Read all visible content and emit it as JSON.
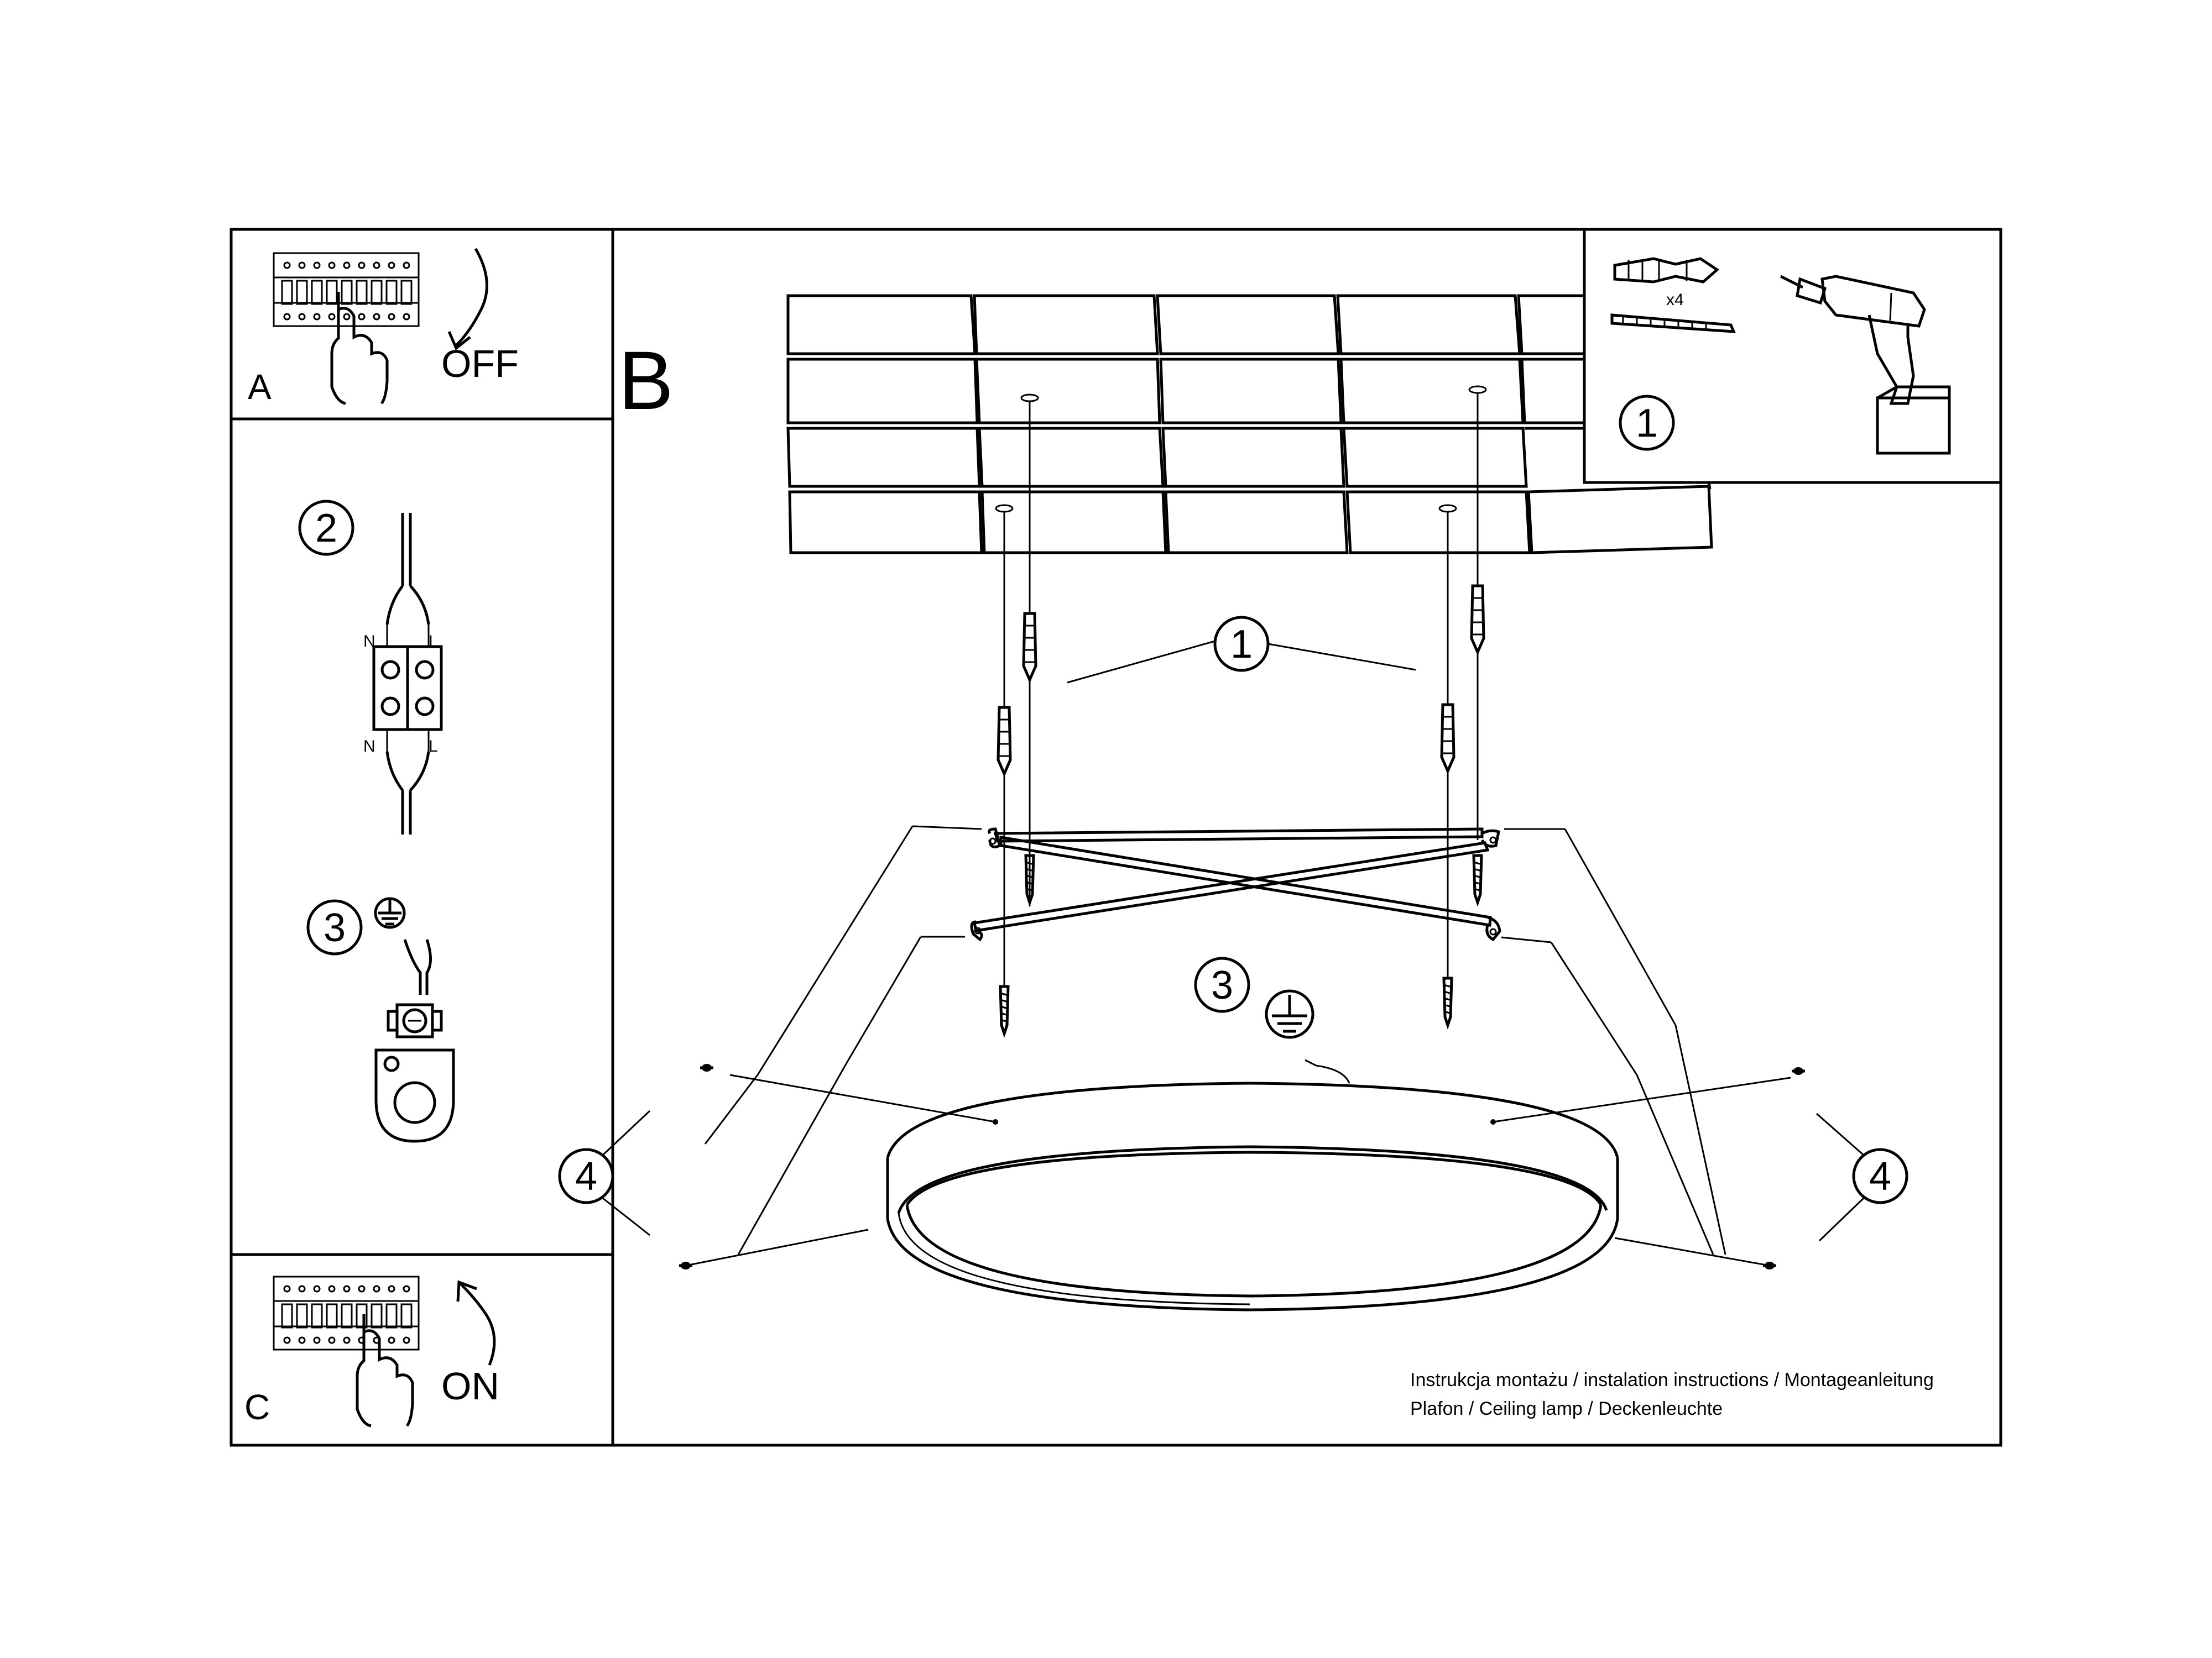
{
  "panels": {
    "a": {
      "label": "A",
      "action": "OFF"
    },
    "b": {
      "label": "B"
    },
    "c": {
      "label": "C",
      "action": "ON"
    }
  },
  "tools": {
    "step": "1",
    "quantity": "x4"
  },
  "wiring": {
    "step": "2",
    "terminal_labels": {
      "neutral": "N",
      "live": "L"
    }
  },
  "ground": {
    "step": "3",
    "symbol": "earth-ground-symbol"
  },
  "callouts": {
    "mounting": "1",
    "ground": "3",
    "screws": "4"
  },
  "footer": {
    "line1": "Instrukcja montażu / instalation instructions / Montageanleitung",
    "line2": "Plafon / Ceiling lamp / Deckenleuchte"
  },
  "colors": {
    "line": "#000000",
    "background": "#ffffff"
  }
}
